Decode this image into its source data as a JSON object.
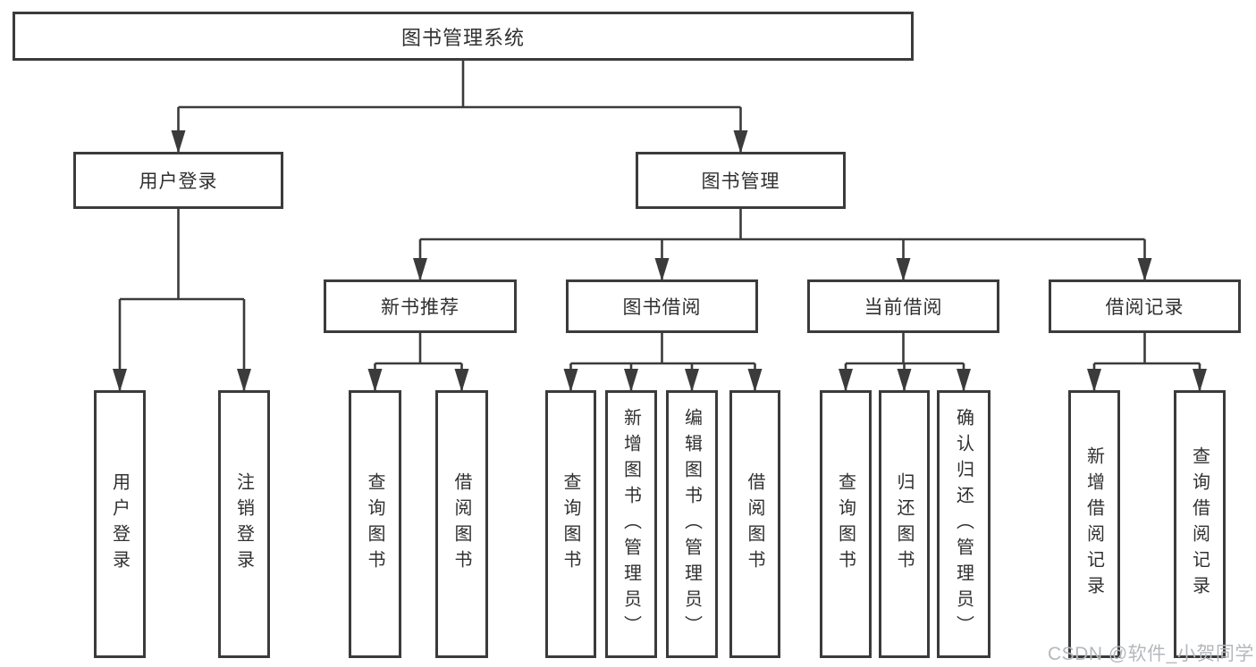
{
  "tree": {
    "root": {
      "label": "图书管理系统"
    },
    "level2": [
      {
        "label": "用户登录",
        "children": [
          "用户登录",
          "注销登录"
        ]
      },
      {
        "label": "图书管理"
      }
    ],
    "level3": [
      {
        "label": "新书推荐",
        "children": [
          "查询图书",
          "借阅图书"
        ]
      },
      {
        "label": "图书借阅",
        "children": [
          "查询图书",
          "新增图书（管理员）",
          "编辑图书（管理员）",
          "借阅图书"
        ]
      },
      {
        "label": "当前借阅",
        "children": [
          "查询图书",
          "归还图书",
          "确认归还（管理员）"
        ]
      },
      {
        "label": "借阅记录",
        "children": [
          "新增借阅记录",
          "查询借阅记录"
        ]
      }
    ]
  },
  "watermark": {
    "text": "CSDN @软件_小贺同学"
  },
  "colors": {
    "line_color": "#3b3b3b",
    "border_color": "#3b3b3b",
    "text_color": "#303030",
    "watermark_color": "#b4b8bc",
    "bg_color": "#ffffff"
  }
}
